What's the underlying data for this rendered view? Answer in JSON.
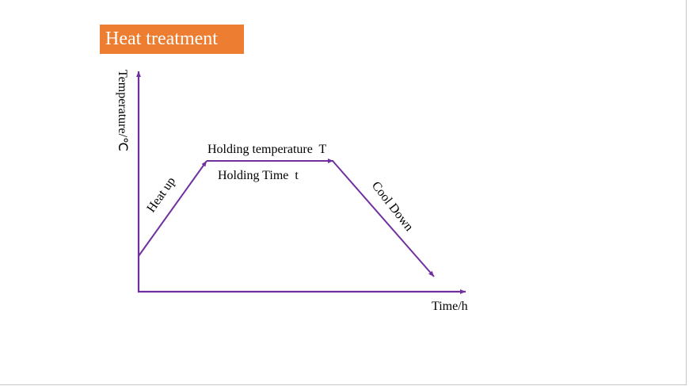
{
  "title": "Heat treatment",
  "colors": {
    "title_bg": "#ED7D31",
    "line": "#7030A0"
  },
  "diagram": {
    "y_axis_label": "Temperature/℃",
    "x_axis_label": "Time/h",
    "stages": {
      "heat_up": "Heat up",
      "holding_temperature": "Holding temperature  T",
      "holding_time": "Holding Time  t",
      "cool_down": "Cool Down"
    }
  }
}
